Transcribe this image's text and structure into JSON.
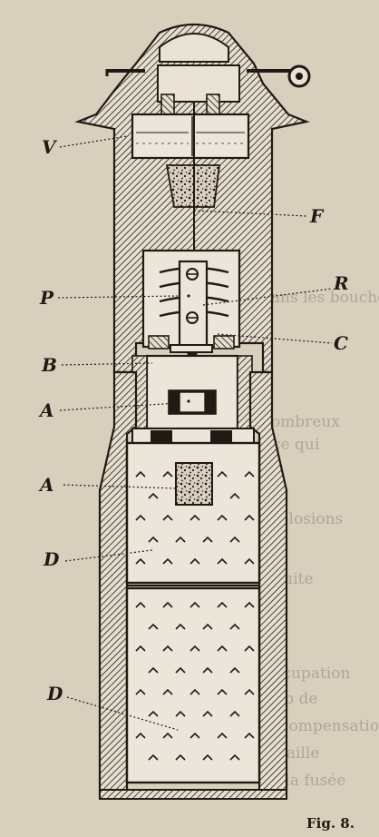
{
  "figure": {
    "caption": "Fig. 8.",
    "labels": {
      "V": "V",
      "F": "F",
      "P": "P",
      "R": "R",
      "C": "C",
      "B": "B",
      "A_upper": "A",
      "A_lower": "A",
      "D_upper": "D",
      "D_lower": "D"
    }
  },
  "show_through_text": [
    "dans les bouches",
    "nombreux",
    "ce qui",
    "explosions",
    "a suite",
    "Occupation",
    "trop de",
    "la compensation",
    "bataille",
    "de la fusée"
  ],
  "colors": {
    "paper": "#d9cfbd",
    "ink": "#1f1a14",
    "fill": "#eae3d5"
  }
}
